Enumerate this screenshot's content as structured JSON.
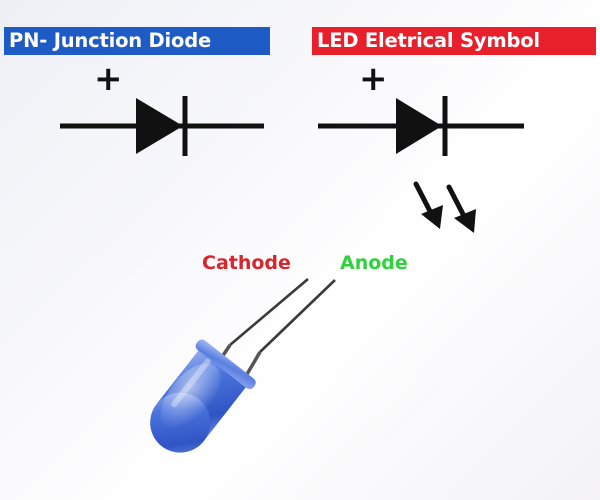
{
  "titles": {
    "pn_junction": "PN- Junction Diode",
    "led_symbol": "LED Eletrical Symbol"
  },
  "symbols": {
    "pn_plus": "+",
    "led_plus": "+"
  },
  "labels": {
    "cathode": "Cathode",
    "anode": "Anode"
  },
  "colors": {
    "pn_badge": "#1f5bc4",
    "led_badge": "#e8202c",
    "cathode_text": "#d7262e",
    "anode_text": "#2fd13c",
    "led_body": "#3f68d6"
  }
}
